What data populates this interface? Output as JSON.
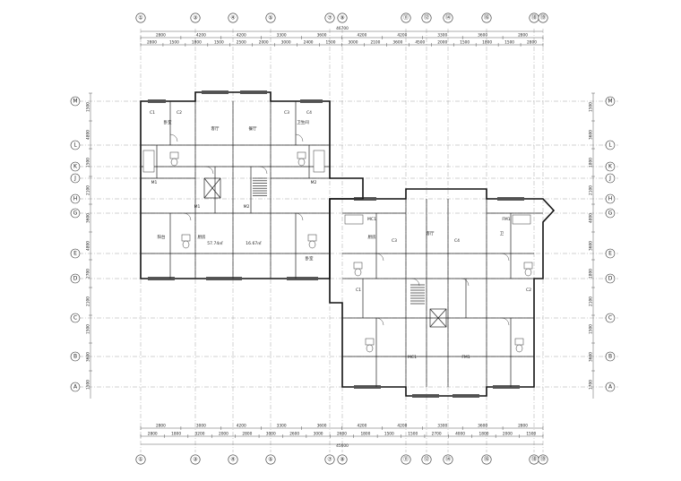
{
  "plan": {
    "axes_x": [
      {
        "id": "1",
        "label": "①"
      },
      {
        "id": "3",
        "label": "③"
      },
      {
        "id": "4",
        "label": "④"
      },
      {
        "id": "5",
        "label": "⑤"
      },
      {
        "id": "7",
        "label": "⑦"
      },
      {
        "id": "9",
        "label": "⑨"
      },
      {
        "id": "11",
        "label": "⑪"
      },
      {
        "id": "12",
        "label": "⑫"
      },
      {
        "id": "14",
        "label": "⑭"
      },
      {
        "id": "16",
        "label": "⑯"
      },
      {
        "id": "18",
        "label": "⑱"
      },
      {
        "id": "19",
        "label": "⑲"
      }
    ],
    "axes_y_left": [
      {
        "id": "M",
        "label": "M"
      },
      {
        "id": "L",
        "label": "L"
      },
      {
        "id": "K",
        "label": "K"
      },
      {
        "id": "J",
        "label": "J"
      },
      {
        "id": "H",
        "label": "H"
      },
      {
        "id": "G",
        "label": "G"
      },
      {
        "id": "E",
        "label": "E"
      },
      {
        "id": "D",
        "label": "D"
      },
      {
        "id": "C",
        "label": "C"
      },
      {
        "id": "B",
        "label": "B"
      },
      {
        "id": "A",
        "label": "A"
      }
    ],
    "dims_top_overall": "46700",
    "dims_top_row1": [
      "2800",
      "4200",
      "4200",
      "3300",
      "3600",
      "4200",
      "4200",
      "3300",
      "3600",
      "2800"
    ],
    "dims_top_row2": [
      "2800",
      "1500",
      "1800",
      "1500",
      "2500",
      "2000",
      "3000",
      "2400",
      "1500",
      "3000",
      "2100",
      "3600",
      "4500",
      "2000",
      "1500",
      "1800",
      "1500",
      "2800"
    ],
    "dims_bottom_row1": [
      "2800",
      "3000",
      "4200",
      "3300",
      "3600",
      "4200",
      "4200",
      "3300",
      "3600",
      "2800"
    ],
    "dims_bottom_row2": [
      "2800",
      "1800",
      "3200",
      "2000",
      "2800",
      "3000",
      "2600",
      "3000",
      "2600",
      "1800",
      "1500",
      "1500",
      "2700",
      "4000",
      "1800",
      "2000",
      "1500"
    ],
    "dims_bottom_overall": "45600",
    "dims_left": [
      "1500",
      "4800",
      "1500",
      "2100",
      "3600",
      "4800",
      "2700",
      "2100",
      "1500",
      "3600",
      "1500"
    ],
    "dims_right": [
      "1500",
      "3600",
      "1800",
      "2100",
      "4800",
      "3600",
      "1800",
      "2100",
      "1500",
      "3600",
      "1700"
    ],
    "room_labels": [
      {
        "text": "卧室"
      },
      {
        "text": "客厅"
      },
      {
        "text": "餐厅"
      },
      {
        "text": "厨房"
      },
      {
        "text": "卫生间"
      },
      {
        "text": "阳台"
      },
      {
        "text": "卧室"
      },
      {
        "text": "客厅"
      },
      {
        "text": "厨房"
      },
      {
        "text": "卫"
      }
    ],
    "area_labels": [
      {
        "text": "57.74㎡"
      },
      {
        "text": "16.67㎡"
      }
    ],
    "tags": [
      "C1",
      "C2",
      "C3",
      "C4",
      "M1",
      "M2",
      "MC1",
      "FM1"
    ]
  }
}
